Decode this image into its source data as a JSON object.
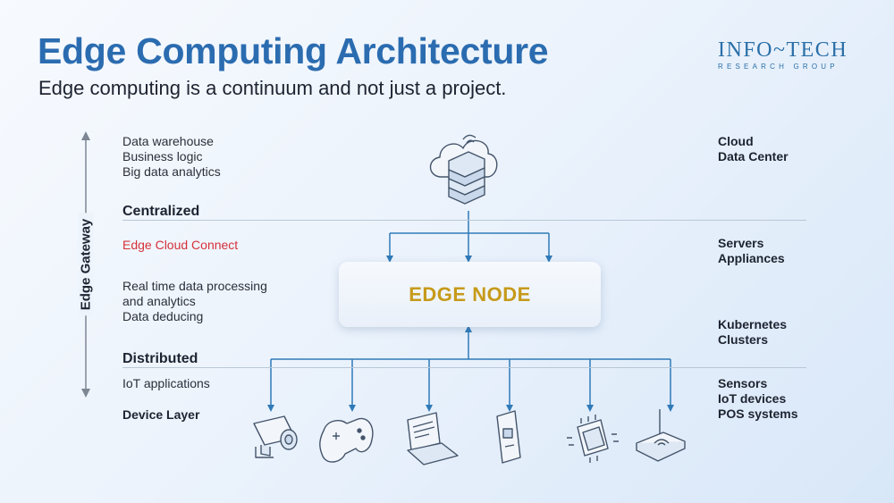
{
  "header": {
    "title": "Edge Computing Architecture",
    "subtitle": "Edge computing is a continuum and not just a project."
  },
  "logo": {
    "main": "INFO~TECH",
    "sub": "RESEARCH GROUP"
  },
  "left": {
    "cloud_items": [
      "Data warehouse",
      "Business logic",
      "Big data analytics"
    ],
    "centralized": "Centralized",
    "edge_cloud_connect": "Edge Cloud Connect",
    "edge_items": [
      "Real time data processing",
      "and analytics",
      "Data deducing"
    ],
    "distributed": "Distributed",
    "iot_applications": "IoT applications",
    "device_layer": "Device Layer",
    "gateway": "Edge Gateway"
  },
  "center": {
    "edge_node": "EDGE NODE"
  },
  "right": {
    "cloud": [
      "Cloud",
      "Data Center"
    ],
    "servers": [
      "Servers",
      "Appliances"
    ],
    "kubernetes": [
      "Kubernetes",
      "Clusters"
    ],
    "sensors": [
      "Sensors",
      "IoT devices",
      "POS systems"
    ]
  },
  "devices": [
    "camera-icon",
    "gamepad-icon",
    "laptop-icon",
    "smartphone-icon",
    "chip-icon",
    "router-icon"
  ],
  "colors": {
    "title": "#2b6cb0",
    "edge_node_text": "#c69a1a",
    "edge_cloud_connect": "#d5313a",
    "arrow": "#2f7ab8"
  }
}
